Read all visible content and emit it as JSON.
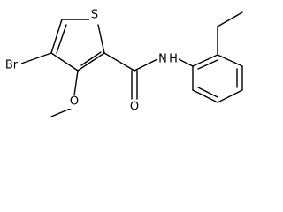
{
  "molecule": {
    "atoms": {
      "br": "Br",
      "s": "S",
      "o_methoxy": "O",
      "o_carbonyl": "O",
      "nh": "N",
      "h": "H"
    }
  }
}
